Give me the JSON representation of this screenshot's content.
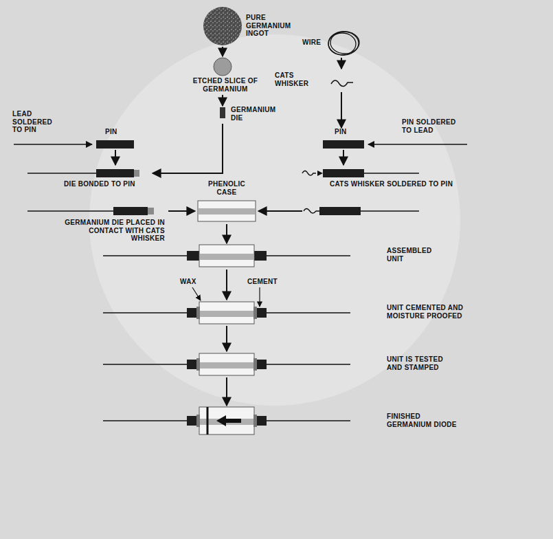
{
  "diagram": {
    "nodes": [
      {
        "text": [
          "PURE GERMANIUM INGOT"
        ]
      },
      {
        "text": [
          "ETCHED SLICE OF GERMANIUM"
        ]
      },
      {
        "text": [
          "GERMANIUM DIE"
        ]
      },
      {
        "text": [
          "WIRE"
        ]
      },
      {
        "text": [
          "CATS WHISKER"
        ]
      },
      {
        "text": [
          "PIN"
        ]
      },
      {
        "text": [
          "PIN"
        ]
      },
      {
        "text": [
          "DIE BONDED TO PIN"
        ]
      },
      {
        "text": [
          "CATS WHISKER SOLDERED TO PIN"
        ]
      },
      {
        "text": [
          "PHENOLIC CASE"
        ]
      },
      {
        "text": [
          "GERMANIUM DIE PLACED IN CONTACT WITH CATS WHISKER"
        ]
      },
      {
        "text": [
          "ASSEMBLED UNIT"
        ]
      },
      {
        "text": [
          "UNIT CEMENTED AND MOISTURE PROOFED"
        ]
      },
      {
        "text": [
          "UNIT IS TESTED AND STAMPED"
        ]
      },
      {
        "text": [
          "FINISHED GERMANIUM DIODE"
        ]
      }
    ],
    "edges": [
      {
        "from": 0,
        "to": 1,
        "arrow": "to"
      },
      {
        "from": 1,
        "to": 2,
        "arrow": "to"
      },
      {
        "from": 3,
        "to": 4,
        "arrow": "to"
      },
      {
        "from": 4,
        "to": 6,
        "arrow": "to"
      },
      {
        "from": 5,
        "to": 7,
        "arrow": "to"
      },
      {
        "from": 6,
        "to": 8,
        "arrow": "to"
      },
      {
        "from": 2,
        "to": 7,
        "arrow": "to"
      },
      {
        "from": 10,
        "to": 9,
        "arrow": "to"
      },
      {
        "from": 8,
        "to": 9,
        "arrow": "to"
      },
      {
        "from": 9,
        "to": 11,
        "arrow": "to"
      },
      {
        "from": 11,
        "to": 12,
        "arrow": "to"
      },
      {
        "from": 12,
        "to": 13,
        "arrow": "to"
      },
      {
        "from": 13,
        "to": 14,
        "arrow": "to"
      }
    ],
    "labels": [
      "LEAD SOLDERED TO PIN",
      "PIN SOLDERED TO LEAD",
      "WAX",
      "CEMENT"
    ]
  }
}
